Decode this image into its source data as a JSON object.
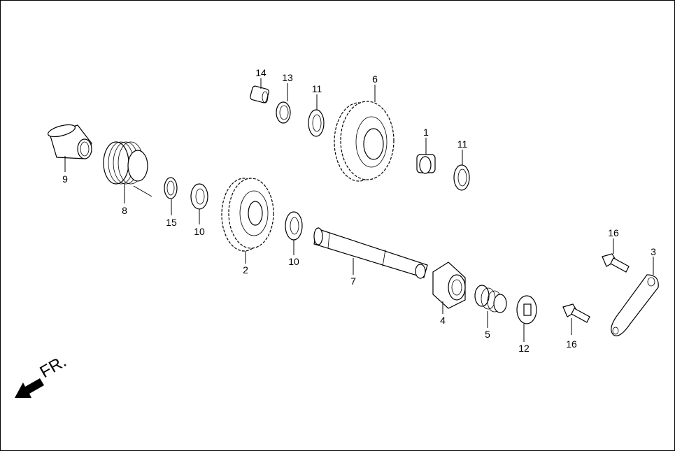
{
  "callouts": {
    "p14": "14",
    "p13": "13",
    "p11a": "11",
    "p6": "6",
    "p1": "1",
    "p11b": "11",
    "p9": "9",
    "p8": "8",
    "p15": "15",
    "p10a": "10",
    "p2": "2",
    "p10b": "10",
    "p7": "7",
    "p4": "4",
    "p5": "5",
    "p12": "12",
    "p16a": "16",
    "p16b": "16",
    "p3": "3"
  },
  "direction": {
    "label": "FR."
  }
}
